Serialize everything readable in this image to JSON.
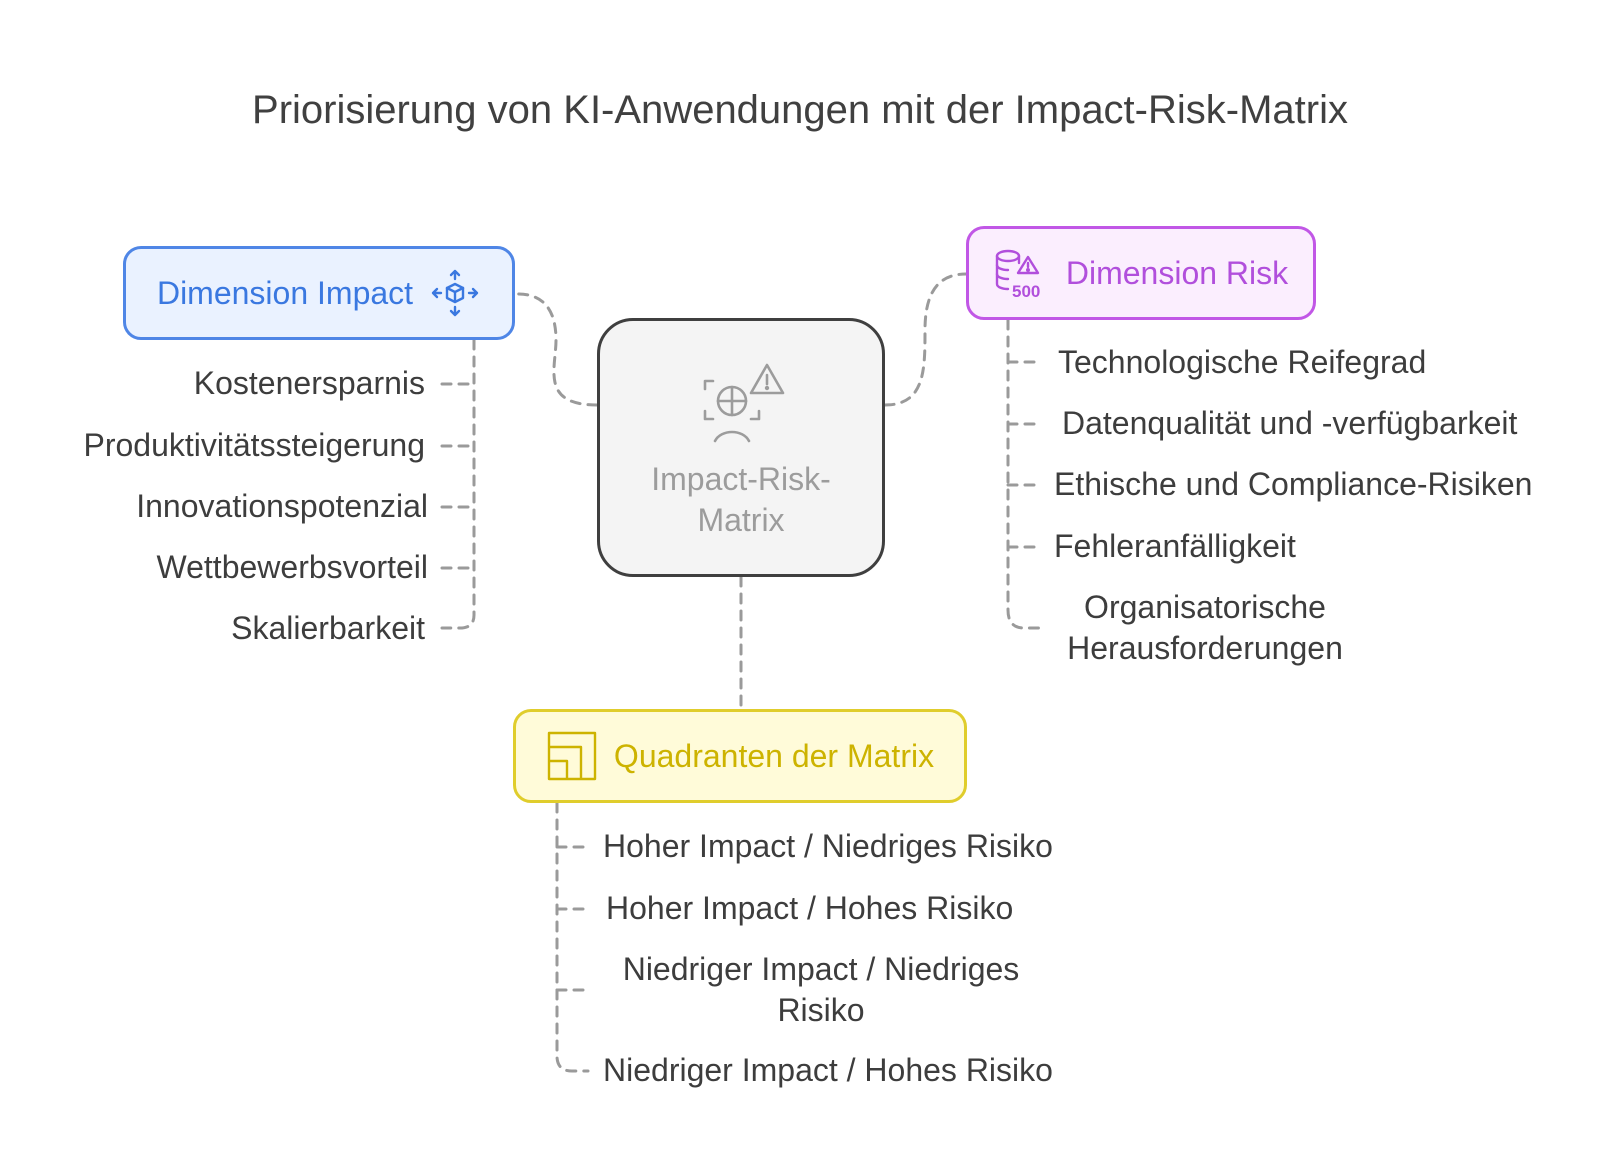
{
  "title": "Priorisierung von KI-Anwendungen mit der Impact-Risk-Matrix",
  "center": {
    "label": "Impact-Risk-Matrix",
    "icon": "face-scan-warning-icon"
  },
  "impact": {
    "label": "Dimension Impact",
    "icon": "cube-move-icon",
    "color": "#3a78e0",
    "items": [
      "Kostenersparnis",
      "Produktivitätssteigerung",
      "Innovationspotenzial",
      "Wettbewerbsvorteil",
      "Skalierbarkeit"
    ]
  },
  "risk": {
    "label": "Dimension Risk",
    "icon": "database-warning-500-icon",
    "icon_text": "500",
    "color": "#b14fdc",
    "items": [
      "Technologische Reifegrad",
      "Datenqualität und -verfügbarkeit",
      "Ethische und Compliance-Risiken",
      "Fehleranfälligkeit",
      "Organisatorische Herausforderungen"
    ]
  },
  "quadrants": {
    "label": "Quadranten der Matrix",
    "icon": "quadrant-layout-icon",
    "color": "#cdb300",
    "items": [
      "Hoher Impact / Niedriges Risiko",
      "Hoher Impact / Hohes Risiko",
      "Niedriger Impact / Niedriges Risiko",
      "Niedriger Impact / Hohes Risiko"
    ]
  }
}
